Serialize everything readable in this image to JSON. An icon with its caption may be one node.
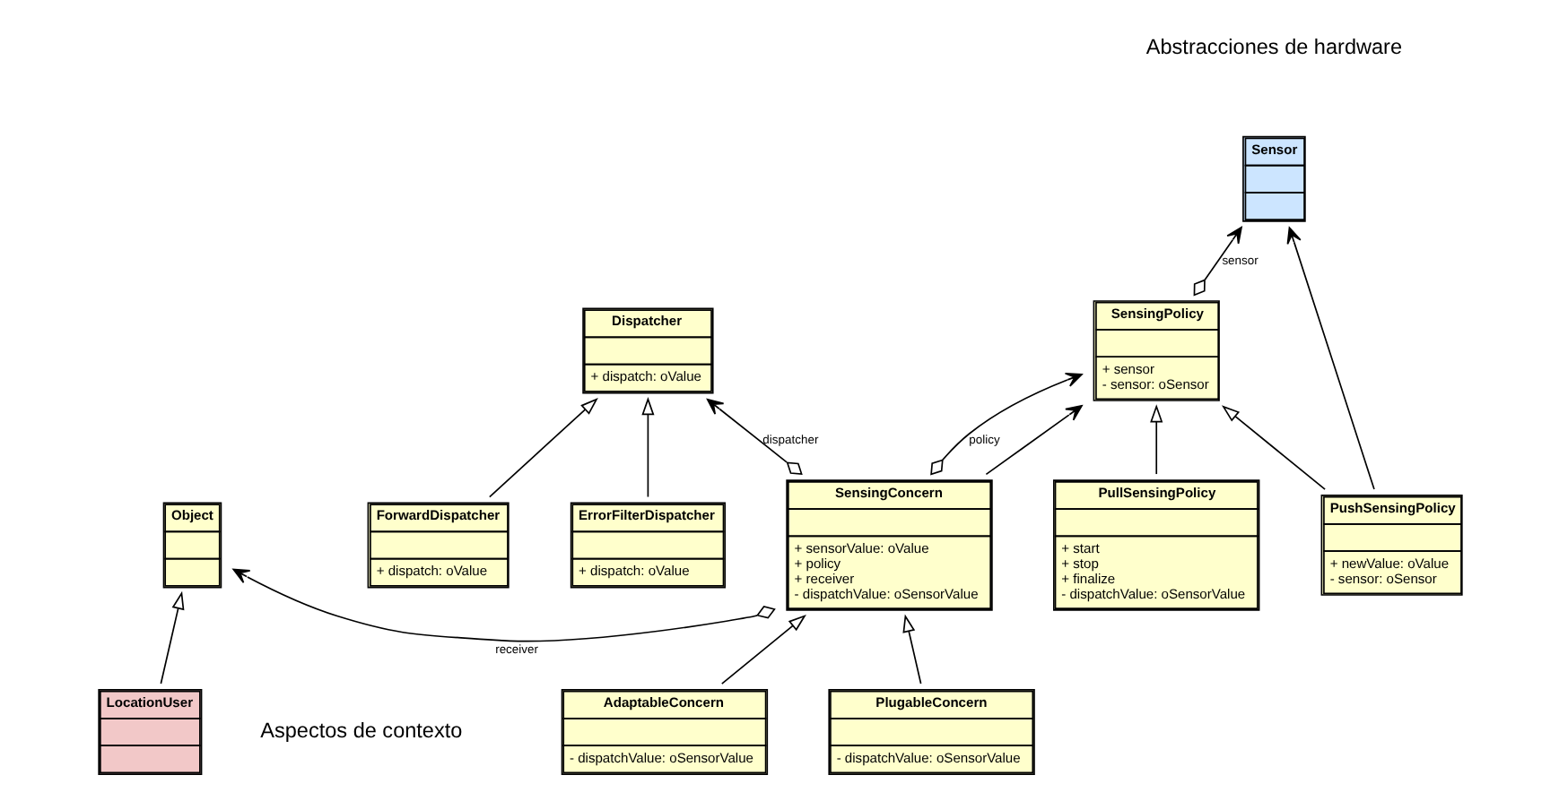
{
  "diagram": {
    "nodes": [
      {
        "text": [
          "Object"
        ]
      },
      {
        "text": [
          "LocationUser"
        ]
      },
      {
        "text": [
          "SensingConcern",
          "+ sensorValue: oValue",
          "+ policy",
          "+ receiver",
          "- dispatchValue: oSensorValue"
        ]
      },
      {
        "text": [
          "Dispatcher",
          "+ dispatch: oValue"
        ]
      },
      {
        "text": [
          "ForwardDispatcher",
          "+ dispatch: oValue"
        ]
      },
      {
        "text": [
          "ErrorFilterDispatcher",
          "+ dispatch: oValue"
        ]
      },
      {
        "text": [
          "AdaptableConcern",
          "- dispatchValue: oSensorValue"
        ]
      },
      {
        "text": [
          "PlugableConcern",
          "- dispatchValue: oSensorValue"
        ]
      },
      {
        "text": [
          "SensingPolicy",
          "+ sensor",
          "- sensor: oSensor"
        ]
      },
      {
        "text": [
          "PullSensingPolicy",
          "+ start",
          "+ stop",
          "+ finalize",
          "- dispatchValue: oSensorValue"
        ]
      },
      {
        "text": [
          "PushSensingPolicy",
          "+ newValue: oValue",
          "- sensor: oSensor"
        ]
      },
      {
        "text": [
          "Sensor"
        ]
      }
    ],
    "edges": [
      {
        "from": 2,
        "to": 0,
        "arrow": "to",
        "label": "receiver"
      },
      {
        "from": 1,
        "to": 0,
        "arrow": "to"
      },
      {
        "from": 2,
        "to": 3,
        "arrow": "to",
        "label": "dispatcher"
      },
      {
        "from": 4,
        "to": 3,
        "arrow": "to"
      },
      {
        "from": 5,
        "to": 3,
        "arrow": "to"
      },
      {
        "from": 6,
        "to": 2,
        "arrow": "to"
      },
      {
        "from": 7,
        "to": 2,
        "arrow": "to"
      },
      {
        "from": 2,
        "to": 8,
        "arrow": "to",
        "label": "policy"
      },
      {
        "from": 2,
        "to": 8,
        "arrow": "to"
      },
      {
        "from": 8,
        "to": 11,
        "arrow": "to",
        "label": "sensor"
      },
      {
        "from": 10,
        "to": 11,
        "arrow": "to"
      },
      {
        "from": 9,
        "to": 8,
        "arrow": "to"
      },
      {
        "from": 10,
        "to": 8,
        "arrow": "to"
      }
    ],
    "labels": [
      "Aspectos de contexto",
      "Abstracciones de hardware"
    ]
  }
}
